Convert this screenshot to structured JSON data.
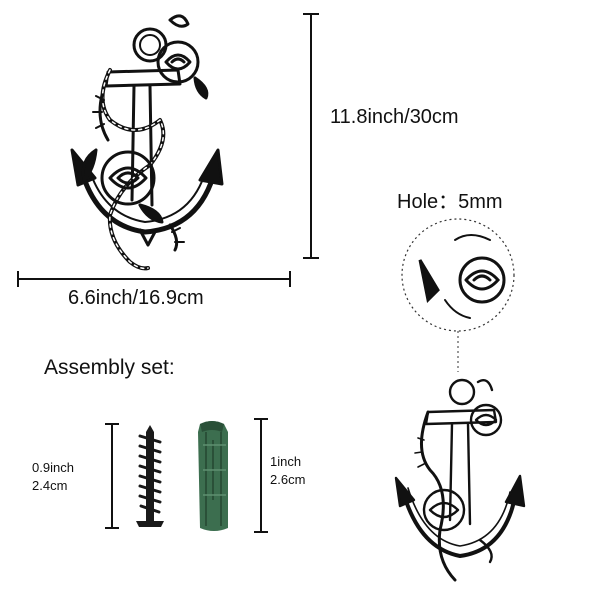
{
  "dimensions": {
    "height_label": "11.8inch/30cm",
    "width_label": "6.6inch/16.9cm"
  },
  "hole": {
    "label": "Hole：5mm"
  },
  "assembly": {
    "title": "Assembly set:",
    "screw": {
      "line1": "0.9inch",
      "line2": "2.4cm"
    },
    "anchor_plug": {
      "line1": "1inch",
      "line2": "2.6cm"
    }
  },
  "colors": {
    "ink": "#111111",
    "plug_green": "#3c6e4f",
    "plug_dark": "#2a5038",
    "screw_black": "#1a1a1a"
  },
  "icons": [
    "anchor-rose-icon",
    "screw-icon",
    "wall-plug-icon",
    "hole-magnifier-icon"
  ]
}
